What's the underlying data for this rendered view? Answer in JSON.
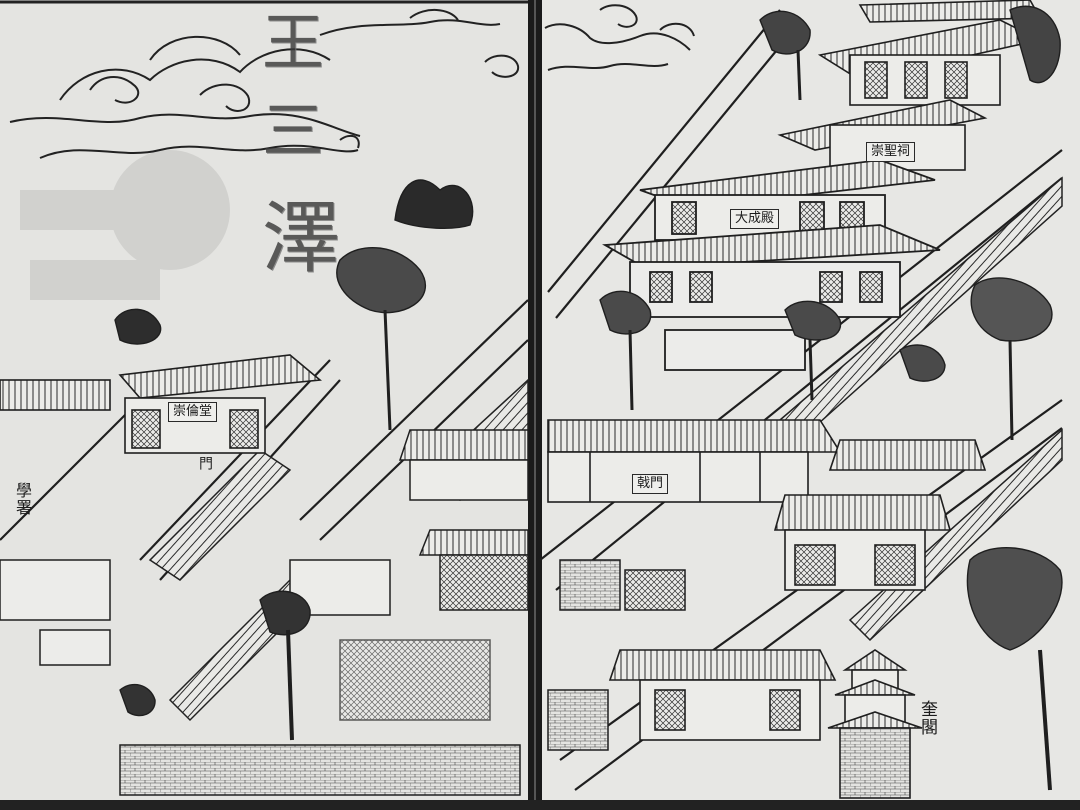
{
  "title": {
    "chars": [
      "王",
      "三",
      "澤"
    ]
  },
  "left_page": {
    "plaque_hall": "崇倫堂",
    "label_school": "學署",
    "label_gate": "門"
  },
  "right_page": {
    "plaque_dacheng": "大成殿",
    "plaque_chongsheng": "崇聖祠",
    "plaque_jimen": "戟門",
    "label_kuige": "奎閣"
  },
  "colors": {
    "paper": "#e6e6e3",
    "ink": "#1f1f1f",
    "shade": "#8c8c88"
  }
}
